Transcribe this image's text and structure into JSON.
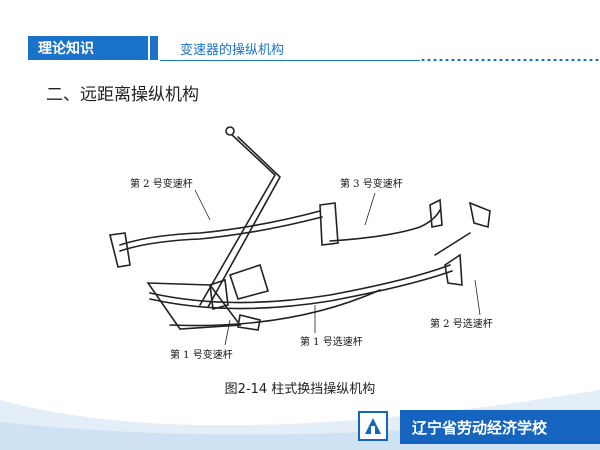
{
  "header": {
    "tag": "理论知识",
    "subtitle": "变速器的操纵机构"
  },
  "section": {
    "title": "二、远距离操纵机构"
  },
  "diagram": {
    "labels": {
      "lever2_top": "第 2 号变速杆",
      "lever3": "第 3 号变速杆",
      "lever1": "第 1 号变速杆",
      "selector1": "第 1 号选速杆",
      "selector2": "第 2 号选速杆"
    }
  },
  "caption": "图2-14  柱式换挡操纵机构",
  "footer": {
    "school": "辽宁省劳动经济学校"
  },
  "colors": {
    "accent": "#1a73c8",
    "footer": "#1565c0"
  }
}
